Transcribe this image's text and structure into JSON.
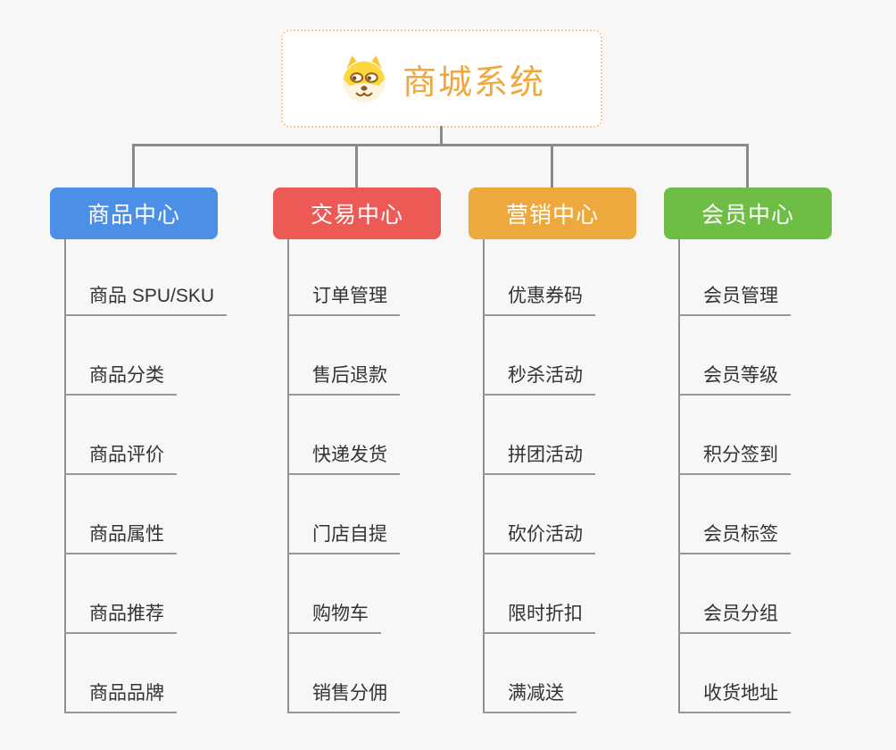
{
  "root": {
    "title": "商城系统",
    "icon": "dog-icon"
  },
  "colors": {
    "background": "#f7f7f7",
    "connector_line": "#8a8a8a",
    "leaf_underline": "#979797",
    "root_border": "#f6cf92",
    "root_text": "#f2a73d",
    "leaf_text": "#333333"
  },
  "branches": [
    {
      "label": "商品中心",
      "color": "#4b8fe6",
      "items": [
        "商品 SPU/SKU",
        "商品分类",
        "商品评价",
        "商品属性",
        "商品推荐",
        "商品品牌"
      ]
    },
    {
      "label": "交易中心",
      "color": "#ed5a55",
      "items": [
        "订单管理",
        "售后退款",
        "快递发货",
        "门店自提",
        "购物车",
        "销售分佣"
      ]
    },
    {
      "label": "营销中心",
      "color": "#eda93d",
      "items": [
        "优惠券码",
        "秒杀活动",
        "拼团活动",
        "砍价活动",
        "限时折扣",
        "满减送"
      ]
    },
    {
      "label": "会员中心",
      "color": "#6ebe45",
      "items": [
        "会员管理",
        "会员等级",
        "积分签到",
        "会员标签",
        "会员分组",
        "收货地址"
      ]
    }
  ]
}
